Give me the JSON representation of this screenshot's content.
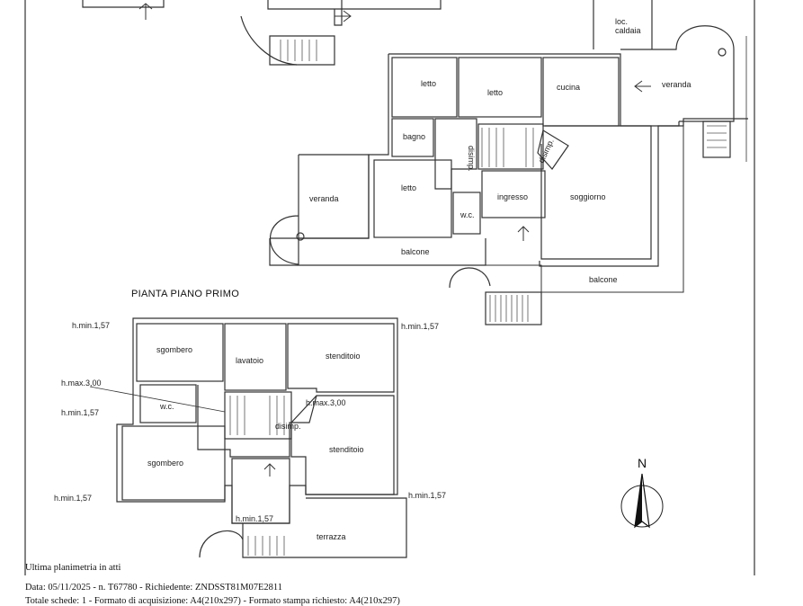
{
  "ground_floor": {
    "rooms": {
      "loc_caldaia_1": "loc.",
      "loc_caldaia_2": "caldaia",
      "letto_1": "letto",
      "letto_2": "letto",
      "cucina": "cucina",
      "veranda_east": "veranda",
      "bagno": "bagno",
      "disimp_1": "disimp.",
      "disimp_2": "disimp.",
      "veranda_west": "veranda",
      "letto_3": "letto",
      "wc": "w.c.",
      "ingresso": "ingresso",
      "soggiorno": "soggiorno",
      "balcone_west": "balcone",
      "balcone_east": "balcone"
    }
  },
  "first_floor": {
    "title": "PIANTA PIANO PRIMO",
    "rooms": {
      "sgombero_1": "sgombero",
      "lavatoio": "lavatoio",
      "stenditoio_1": "stenditoio",
      "wc": "w.c.",
      "disimp": "disimp.",
      "stenditoio_2": "stenditoio",
      "sgombero_2": "sgombero",
      "terrazza": "terrazza"
    },
    "heights": {
      "h1": "h.min.1,57",
      "h2": "h.min.1,57",
      "h3": "h.max.3,00",
      "h4": "h.max.3,00",
      "h5": "h.min.1,57",
      "h6": "h.min.1,57",
      "h7": "h.min.1,57",
      "h8": "h.min.1,57"
    }
  },
  "north_label": "N",
  "footer": {
    "line1": "Ultima planimetria in atti",
    "line2": "Data: 05/11/2025 - n. T67780 - Richiedente: ZNDSST81M07E2811",
    "line3": "Totale schede: 1 - Formato di acquisizione: A4(210x297) - Formato stampa richiesto: A4(210x297)"
  }
}
